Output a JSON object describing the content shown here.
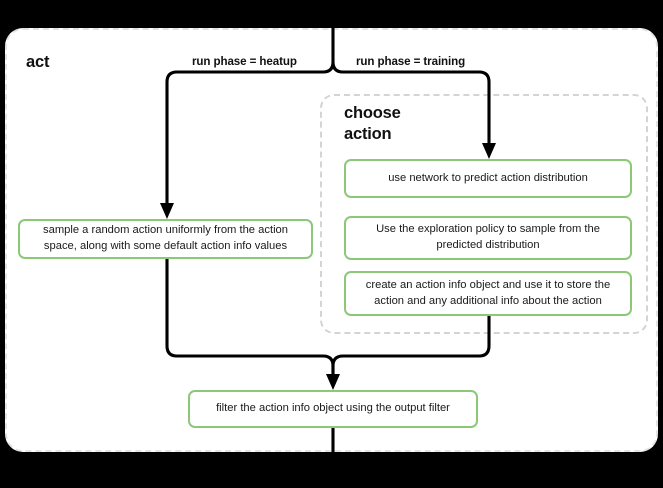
{
  "diagram": {
    "type": "flowchart",
    "title": "act",
    "background_color": "#000000",
    "container_color": "#ffffff",
    "node_border_color": "#8cc878",
    "cluster_border_color": "#d4d4d4",
    "edge_color": "#000000"
  },
  "cluster": {
    "title": "choose action"
  },
  "edge_labels": {
    "heatup": "run phase = heatup",
    "training": "run phase = training"
  },
  "nodes": {
    "sample_random": "sample a random action uniformly from the action space, along with some default action info values",
    "use_network": "use network to predict action distribution",
    "exploration_policy": "Use the exploration policy to sample from the predicted distribution",
    "create_action_info": "create an action info object and use it to store the action and any additional info about the action",
    "filter_action_info": "filter the action info object using the output filter"
  }
}
